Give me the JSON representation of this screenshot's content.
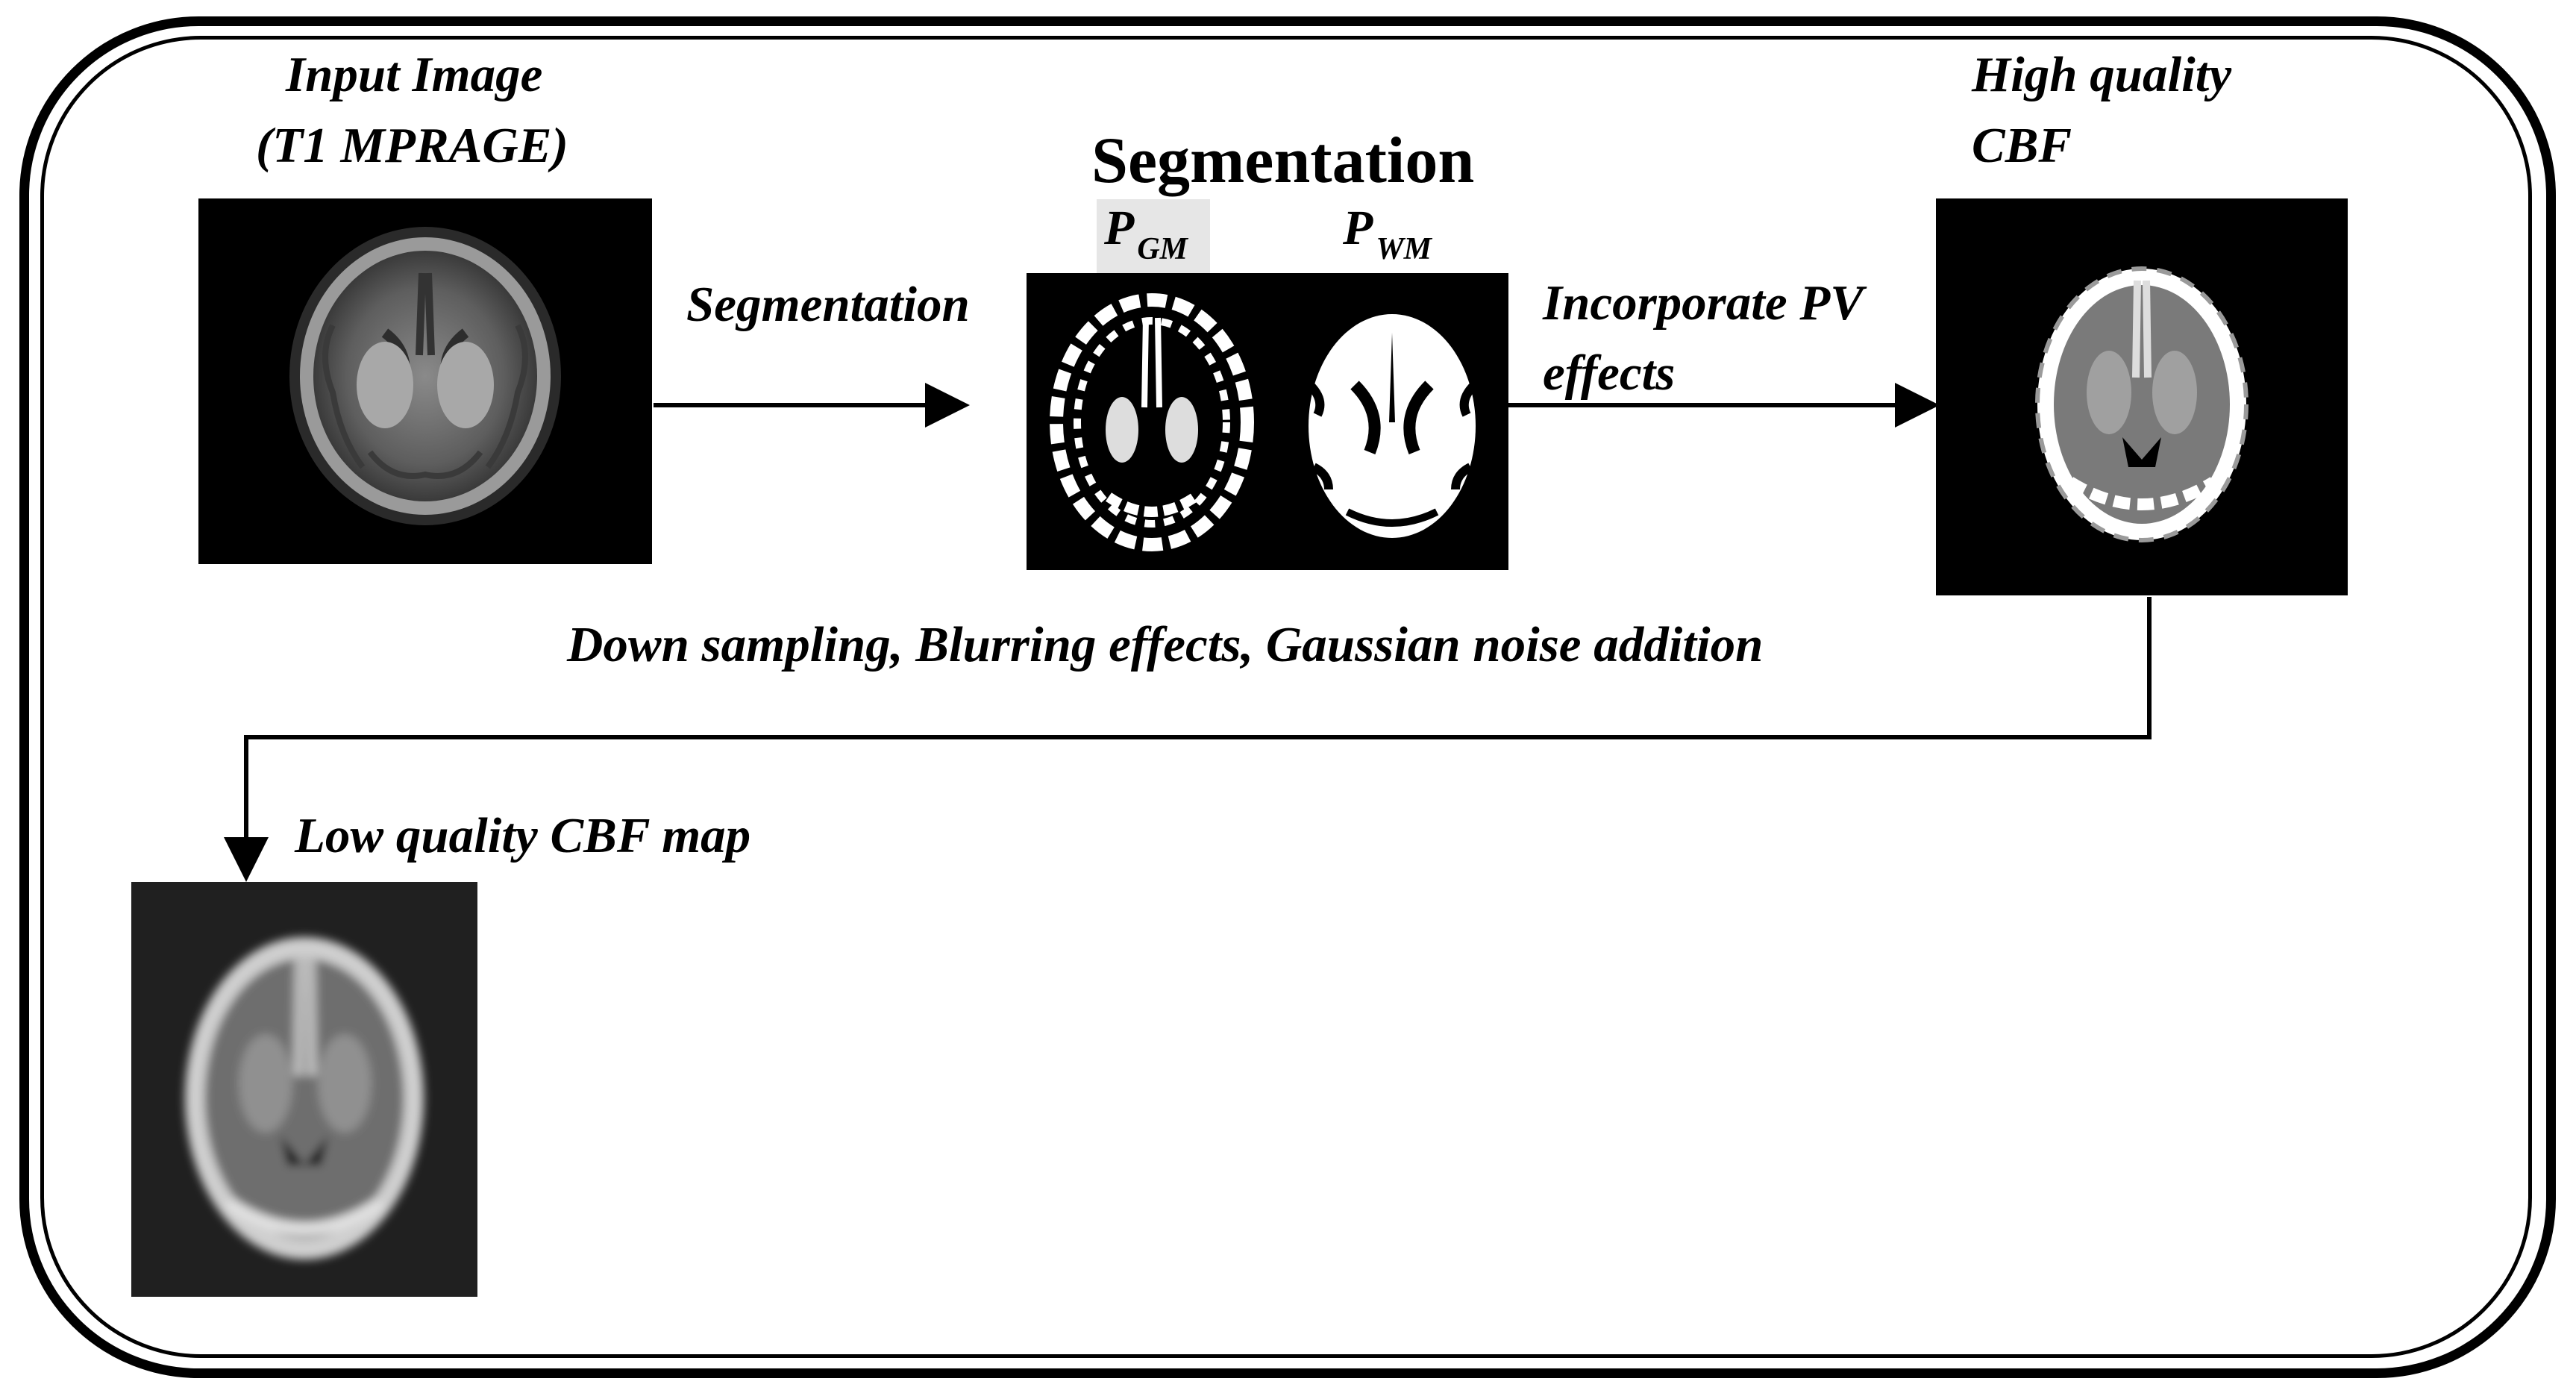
{
  "labels": {
    "input_image_line1": "Input Image",
    "input_image_line2": "(T1 MPRAGE)",
    "segmentation_arrow": "Segmentation",
    "segmentation_title": "Segmentation",
    "pgm_main": "P",
    "pgm_sub": "GM",
    "pwm_main": "P",
    "pwm_sub": "WM",
    "pv_line1": "Incorporate PV",
    "pv_line2": "effects",
    "hq_line1": "High quality",
    "hq_line2": "CBF",
    "degradation": "Down sampling, Blurring effects, Gaussian noise addition",
    "lq_label": "Low quality CBF map"
  },
  "colors": {
    "panel_background": "#000000",
    "line": "#000000",
    "page": "#ffffff"
  }
}
